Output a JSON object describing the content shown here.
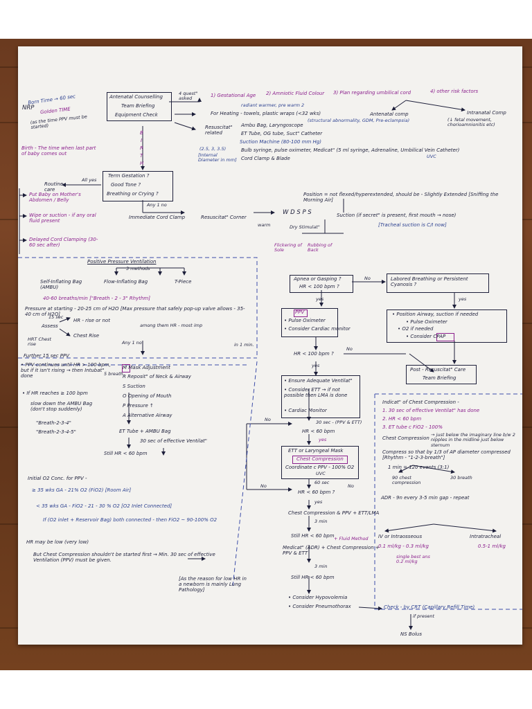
{
  "sheet": {
    "corner": {
      "nrp": "NRP",
      "born_time": "Born Time → 60 sec",
      "golden_time": "Golden TIME",
      "golden_note": "(as the time PPV must be started)",
      "birth_def": "Birth - The time when last part of baby comes out"
    },
    "top": {
      "start_box": [
        "Antenatal Counselling",
        "Team Briefing",
        "Equipment Check"
      ],
      "quest_asked": "4 quest\" asked",
      "q1": "1) Gestational Age",
      "q2": "2) Amniotic Fluid Colour",
      "q3": "3) Plan regarding umbilical cord",
      "q4": "4) other risk factors",
      "antenatal_comp": "Antenatal comp",
      "antenatal_list": "(structural abnormality, GDM, Pre-eclampsia)",
      "intranatal_comp": "Intranatal Comp",
      "intranatal_list": "(↓ fetal movement, chorioamnionitis etc)",
      "heating": "For Heating - towels, plastic wraps (<32 wks)",
      "radiant_warmer": "radiant warmer, pre warm 2",
      "resuscitation_related": "Resuscitat\" related",
      "ambu": "Ambu Bag, Laryngoscope",
      "ett": "ET Tube, OG tube, Suct\" Catheter",
      "suction_machine": "Suction Machine (80-100 mm Hg)",
      "sizes_label": "(2.5, 3, 3.5)",
      "internal_diameter": "[Internal Diameter in mm]",
      "bulb_syringe": "Bulb syringe, pulse oximeter, Medicat\" (5 ml syringe, Adrenaline, Umbilical Vein Catheter)",
      "uvc": "UVC",
      "cord_clamp": "Cord Clamp & Blade",
      "birth_letters": [
        "B",
        "I",
        "R",
        "T",
        "H"
      ]
    },
    "assess": {
      "box": [
        "Term Gestation ?",
        "Good Tone ?",
        "Breathing or Crying ?"
      ],
      "all_yes": "All yes",
      "routine_care": "Routine care",
      "put_baby": "Put Baby on Mother's Abdomen / Belly",
      "wipe": "Wipe or suction - if any oral fluid present",
      "delayed_clamp": "Delayed Cord Clamping (30-60 sec after)",
      "any_no": "Any 1 no",
      "immediate_clamp": "Immediate Cord Clamp",
      "resus_corner": "Resuscitat\" Corner",
      "warm": "warm",
      "wdsps": "W D S P S",
      "dry_stimulat": "Dry  Stimulat\"",
      "flickering": "Flickering of Sole",
      "rubbing": "Rubbing of Back",
      "position": "Position = not flexed/hyperextended, should be - Slightly Extended [Sniffing the Morning Air]",
      "suction_note": "Suction (if secret\" is present, first mouth → nose)",
      "tracheal": "[Tracheal suction is C/I now]"
    },
    "ppv_panel": {
      "title": "Positive Pressure Ventilation",
      "three_methods": "3 methods",
      "self_inflating": "Self-Inflating Bag (AMBU)",
      "flow_inflating": "Flow-Inflating Bag",
      "t_piece": "T-Piece",
      "rate": "40-60 breaths/min [\"Breath - 2 - 3\" Rhythm]",
      "pressure": "Pressure at starting - 20-25 cm of H2O [Max pressure that safely pop-up valve allows - 35-40 cm of H2O]",
      "assess": "Assess",
      "hr_rise": "HR - rise or not",
      "chest_rise": "Chest Rise",
      "among_them": "among them HR - most imp",
      "fifteen_sec": "15 sec",
      "hrt_chest": "HRT Chest rise",
      "further": "Further 15 sec PPV",
      "any_no": "Any 1 no"
    },
    "mr_sopa": {
      "ppv_continue": "• PPV continues until HR > 100 bpm, but if it isn't rising → then Intubat\" done",
      "hr_reaches": "• If HR reaches ≥ 100 bpm",
      "slow_down": "slow down the AMBU Bag (don't stop suddenly)",
      "breath1": "\"Breath-2-3-4\"",
      "breath2": "\"Breath-2-3-4-5\"",
      "m": "M Mask Adjustment",
      "r": "R Reposit\" of Neck & Airway",
      "s": "S Suction",
      "o": "O Opening of Mouth",
      "p": "P Pressure ↑",
      "a": "A Alternative Airway",
      "six_breath": "5 breath",
      "ett_ambu": "ET Tube + AMBU Bag",
      "thirty_sec": "30 sec of effective Ventilat\"",
      "still_hr": "Still  HR < 60 bpm"
    },
    "oxygen": {
      "initial": "Initial O2 Conc. for PPV -",
      "gt35": "≥ 35 wks GA - 21% O2 (FiO2) [Room Air]",
      "lt35": "< 35 wks GA - FiO2 - 21 - 30 % O2 [O2 Inlet Connected]",
      "reservoir": "If (O2 inlet + Reservoir Bag) both connected - then FiO2 ~ 90-100% O2",
      "hr_low": "HR may be low (very low)",
      "but_chest": "But Chest Compression shouldn't be started first → Min. 30 sec of effective Ventilation (PPV) must be given.",
      "reason": "[As the reason for low HR in a newborn is mainly Lung Pathology]"
    },
    "center_flow": {
      "apnea_box": [
        "Apnea or Gasping ?",
        "HR < 100 bpm ?"
      ],
      "no": "No",
      "yes": "yes",
      "ppv_box": [
        "PPV",
        "• Pulse Oximeter",
        "• Consider Cardiac monitor"
      ],
      "one_min": "in 1 min.",
      "hr_lt100": "HR < 100 bpm ?",
      "ensure_box": [
        "• Ensure Adequate Ventilat\"",
        "• Consider ETT → if not possible then LMA is done",
        "• Cardiac Monitor"
      ],
      "thirty_sec": "30 sec - (PPV & ETT)",
      "hr_lt60": "HR < 60 bpm",
      "ett_box": [
        "ETT or Laryngeal Mask",
        "Chest Compression",
        "Coordinate c PPV - 100% O2",
        "UVC"
      ],
      "sixty_sec": "60 sec",
      "hr_lt60_q": "HR < 60 bpm ?",
      "cc_ppv": "Chest Compression & PPV + ETT/LMA",
      "three_min": "3 min",
      "still_hr": "Still HR < 60 bpm",
      "medication": "Medicat\" (ADR) + Chest Compression + PPV & ETT",
      "fluid_method": "+ Fluid Method",
      "three_min_2": "3 min",
      "still_hr_2": "Still HR < 60 bpm",
      "hypovolemia": "• Consider Hypovolemia",
      "pneumothorax": "• Consider Pneumothorax",
      "check_crt": "Check - by CRT (Capillary Refill Time)",
      "if_present": "if present",
      "ns_bolus": "NS Bolus"
    },
    "right_flow": {
      "labored_box": [
        "Labored Breathing or Persistent Cyanosis ?"
      ],
      "position_box": [
        "• Position Airway, suction if needed",
        "• Pulse Oximeter",
        "• O2 if needed",
        "• Consider CPAP"
      ],
      "post_resus": [
        "Post - Resuscitat\" Care",
        "Team Briefing"
      ]
    },
    "cc_panel": {
      "title": "Indicat\" of Chest Compression -",
      "i1": "1. 30 sec of effective Ventilat\" has done",
      "i2": "2. HR < 60 bpm",
      "i3": "3. ET tube c FiO2 - 100%",
      "cc": "Chest Compression",
      "just_below": "→ just below the imaginary line b/w 2 nipples in the midline just below sternum",
      "compress": "Compress so that by 1/3 of AP diameter compressed [Rhythm - \"1-2-3-breath\"]",
      "one_min": "1 min = 120 events (3:1)",
      "ninety": "90 chest compression",
      "thirty": "30 breath",
      "adr": "ADR - 9n every 3-5 min gap - repeat",
      "iv": "IV or Intraosseous",
      "intratracheal": "Intratracheal",
      "iv_dose": "0.1 ml/kg - 0.3 ml/kg",
      "single_dose": "single best ans 0.2 ml/kg",
      "it_dose": "0.5-1 ml/kg",
      "no_label": "No"
    }
  },
  "colors": {
    "ink_black": "#1d1f3a",
    "ink_blue": "#2a3f8f",
    "ink_purple": "#8a1e8c",
    "paper": "#f3f2ef",
    "wood": "#6a3a1f"
  }
}
